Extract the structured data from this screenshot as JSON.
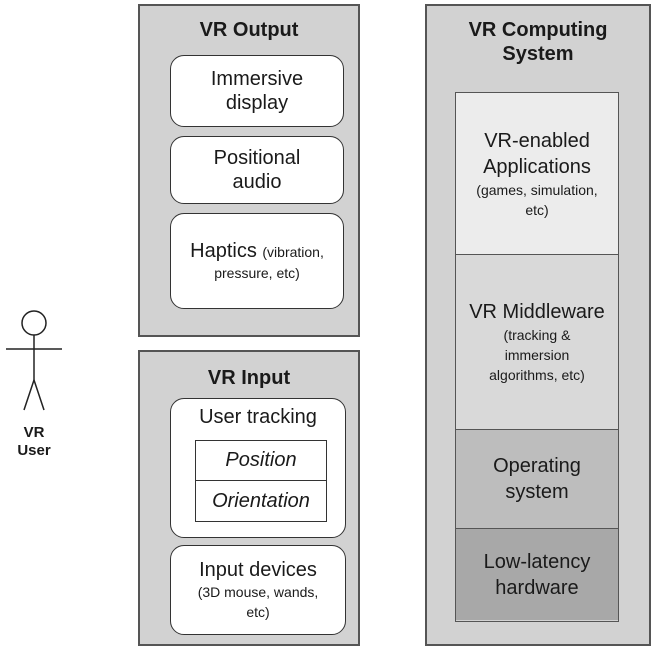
{
  "user": {
    "label_line1": "VR",
    "label_line2": "User"
  },
  "vr_output": {
    "title": "VR Output",
    "items": [
      {
        "line1": "Immersive",
        "line2": "display"
      },
      {
        "line1": "Positional",
        "line2": "audio"
      },
      {
        "main": "Haptics",
        "detail": "(vibration,",
        "detail2": "pressure, etc)"
      }
    ]
  },
  "vr_input": {
    "title": "VR Input",
    "tracking": {
      "label": "User tracking",
      "rows": [
        "Position",
        "Orientation"
      ]
    },
    "devices": {
      "label": "Input devices",
      "detail1": "(3D mouse, wands,",
      "detail2": "etc)"
    }
  },
  "vr_computing": {
    "title_line1": "VR Computing",
    "title_line2": "System",
    "layers": [
      {
        "line1": "VR-enabled",
        "line2": "Applications",
        "detail1": "(games, simulation,",
        "detail2": "etc)",
        "color": "#ececec"
      },
      {
        "line1": "VR Middleware",
        "detail1": "(tracking &",
        "detail2": "immersion",
        "detail3": "algorithms, etc)",
        "color": "#d9d9d9"
      },
      {
        "line1": "Operating",
        "line2": "system",
        "color": "#bdbdbd"
      },
      {
        "line1": "Low-latency",
        "line2": "hardware",
        "color": "#a8a8a8"
      }
    ]
  }
}
